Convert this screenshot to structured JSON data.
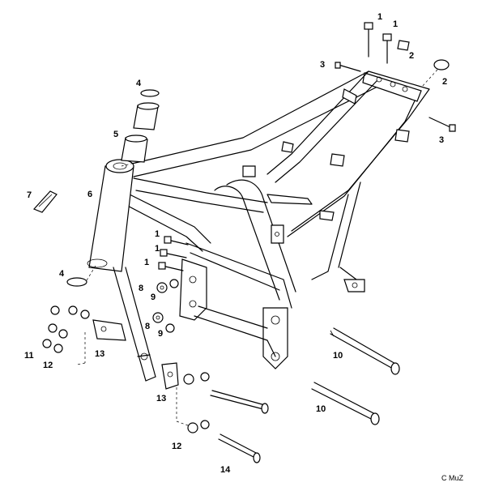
{
  "callouts": [
    {
      "id": "c1a",
      "text": "1"
    },
    {
      "id": "c1b",
      "text": "1"
    },
    {
      "id": "c2a",
      "text": "2"
    },
    {
      "id": "c2b",
      "text": "2"
    },
    {
      "id": "c3a",
      "text": "3"
    },
    {
      "id": "c3b",
      "text": "3"
    },
    {
      "id": "c4a",
      "text": "4"
    },
    {
      "id": "c5",
      "text": "5"
    },
    {
      "id": "c7",
      "text": "7"
    },
    {
      "id": "c6",
      "text": "6"
    },
    {
      "id": "c4b",
      "text": "4"
    },
    {
      "id": "c1c",
      "text": "1"
    },
    {
      "id": "c1d",
      "text": "1"
    },
    {
      "id": "c1e",
      "text": "1"
    },
    {
      "id": "c8a",
      "text": "8"
    },
    {
      "id": "c9a",
      "text": "9"
    },
    {
      "id": "c8b",
      "text": "8"
    },
    {
      "id": "c9b",
      "text": "9"
    },
    {
      "id": "c10a",
      "text": "10"
    },
    {
      "id": "c10b",
      "text": "10"
    },
    {
      "id": "c11",
      "text": "11"
    },
    {
      "id": "c12a",
      "text": "12"
    },
    {
      "id": "c13a",
      "text": "13"
    },
    {
      "id": "c13b",
      "text": "13"
    },
    {
      "id": "c12b",
      "text": "12"
    },
    {
      "id": "c14",
      "text": "14"
    }
  ],
  "copyright": "C MuZ"
}
